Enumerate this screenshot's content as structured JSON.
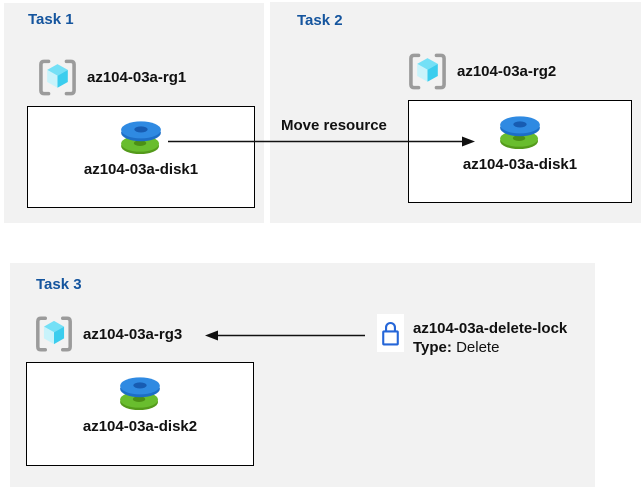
{
  "task1": {
    "title": "Task 1",
    "resource_group": "az104-03a-rg1",
    "disk": "az104-03a-disk1"
  },
  "task2": {
    "title": "Task 2",
    "resource_group": "az104-03a-rg2",
    "disk": "az104-03a-disk1"
  },
  "task3": {
    "title": "Task 3",
    "resource_group": "az104-03a-rg3",
    "disk": "az104-03a-disk2",
    "lock_name": "az104-03a-delete-lock",
    "lock_type_label": "Type:",
    "lock_type_value": "Delete"
  },
  "arrows": {
    "move_label": "Move resource"
  },
  "icons": {
    "resource_group": "resource-group-icon",
    "disk": "disk-icon",
    "lock": "lock-icon",
    "move_arrow": "arrow-right-icon",
    "lock_arrow": "arrow-left-icon"
  },
  "colors": {
    "panel_background": "#f2f2f2",
    "task_title_blue": "#15559e",
    "label_text": "#111111",
    "box_background": "#ffffff",
    "box_border": "#000000",
    "arrow_black": "#111111",
    "bracket_gray": "#9b9b9b",
    "cube_top_cyan": "#74e0f6",
    "cube_left_cyan": "#c8f3fb",
    "cube_right_cyan": "#3bcdee",
    "disk_blue": "#2f8ae2",
    "disk_blue_dark": "#175cb2",
    "disk_green": "#69bd2e",
    "disk_green_dark": "#4b8f15",
    "lock_blue": "#2566d8"
  }
}
